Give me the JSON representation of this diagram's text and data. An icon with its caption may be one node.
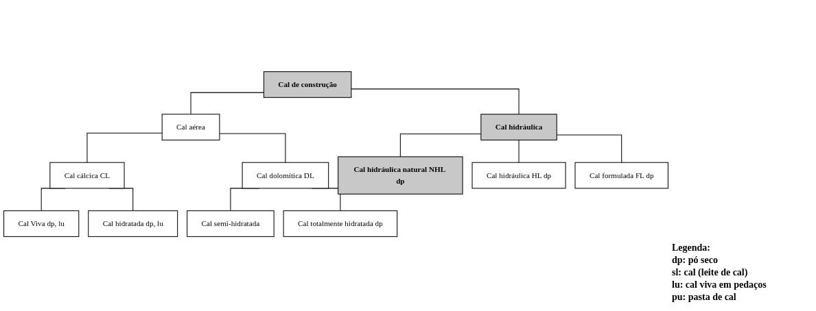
{
  "diagram": {
    "nodes": [
      {
        "text": [
          "Cal de construção"
        ]
      },
      {
        "text": [
          "Cal aérea"
        ]
      },
      {
        "text": [
          "Cal hidráulica"
        ]
      },
      {
        "text": [
          "Cal cálcica CL"
        ]
      },
      {
        "text": [
          "Cal dolomítica DL"
        ]
      },
      {
        "text": [
          "Cal hidráulica natural NHL dp"
        ]
      },
      {
        "text": [
          "Cal hidráulica HL dp"
        ]
      },
      {
        "text": [
          "Cal formulada FL dp"
        ]
      },
      {
        "text": [
          "Cal Viva dp, lu"
        ]
      },
      {
        "text": [
          "Cal hidratada dp, lu"
        ]
      },
      {
        "text": [
          "Cal semi-hidratada"
        ]
      },
      {
        "text": [
          "Cal totalmente hidratada dp"
        ]
      }
    ],
    "edges": [
      {
        "from": 0,
        "to": 1,
        "arrow": "none"
      },
      {
        "from": 0,
        "to": 2,
        "arrow": "none"
      },
      {
        "from": 1,
        "to": 3,
        "arrow": "none"
      },
      {
        "from": 1,
        "to": 4,
        "arrow": "none"
      },
      {
        "from": 2,
        "to": 5,
        "arrow": "none"
      },
      {
        "from": 2,
        "to": 6,
        "arrow": "none"
      },
      {
        "from": 2,
        "to": 7,
        "arrow": "none"
      },
      {
        "from": 3,
        "to": 8,
        "arrow": "none"
      },
      {
        "from": 3,
        "to": 9,
        "arrow": "none"
      },
      {
        "from": 4,
        "to": 10,
        "arrow": "none"
      },
      {
        "from": 4,
        "to": 11,
        "arrow": "none"
      }
    ],
    "labels": [
      "Legenda:",
      "dp: pó seco",
      "sl: cal (leite de cal)",
      "lu: cal viva em pedaços",
      "pu: pasta de cal"
    ]
  }
}
